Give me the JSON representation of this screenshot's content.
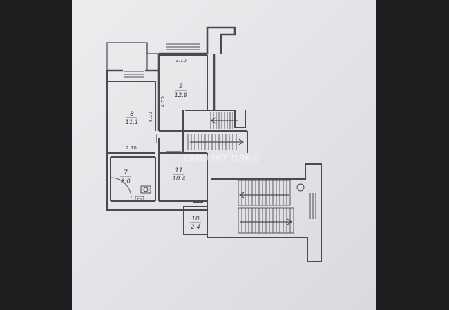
{
  "rooms": [
    {
      "id": "8",
      "number": "8",
      "area": "11.1"
    },
    {
      "id": "9",
      "number": "9",
      "area": "12.9"
    },
    {
      "id": "7",
      "number": "7",
      "area": "8.0"
    },
    {
      "id": "11",
      "number": "11",
      "area": "10.4"
    },
    {
      "id": "10",
      "number": "10",
      "area": "2.4"
    }
  ],
  "dimensions": {
    "top_width": "3.10",
    "room9_height": "4.70",
    "room8_height": "4.10",
    "room8_width": "2.70"
  },
  "watermark": "самолёт плюс",
  "meter_label": "ЕЛ",
  "colors": {
    "line": "#4a4a52",
    "paper": "#e6e7ea"
  }
}
